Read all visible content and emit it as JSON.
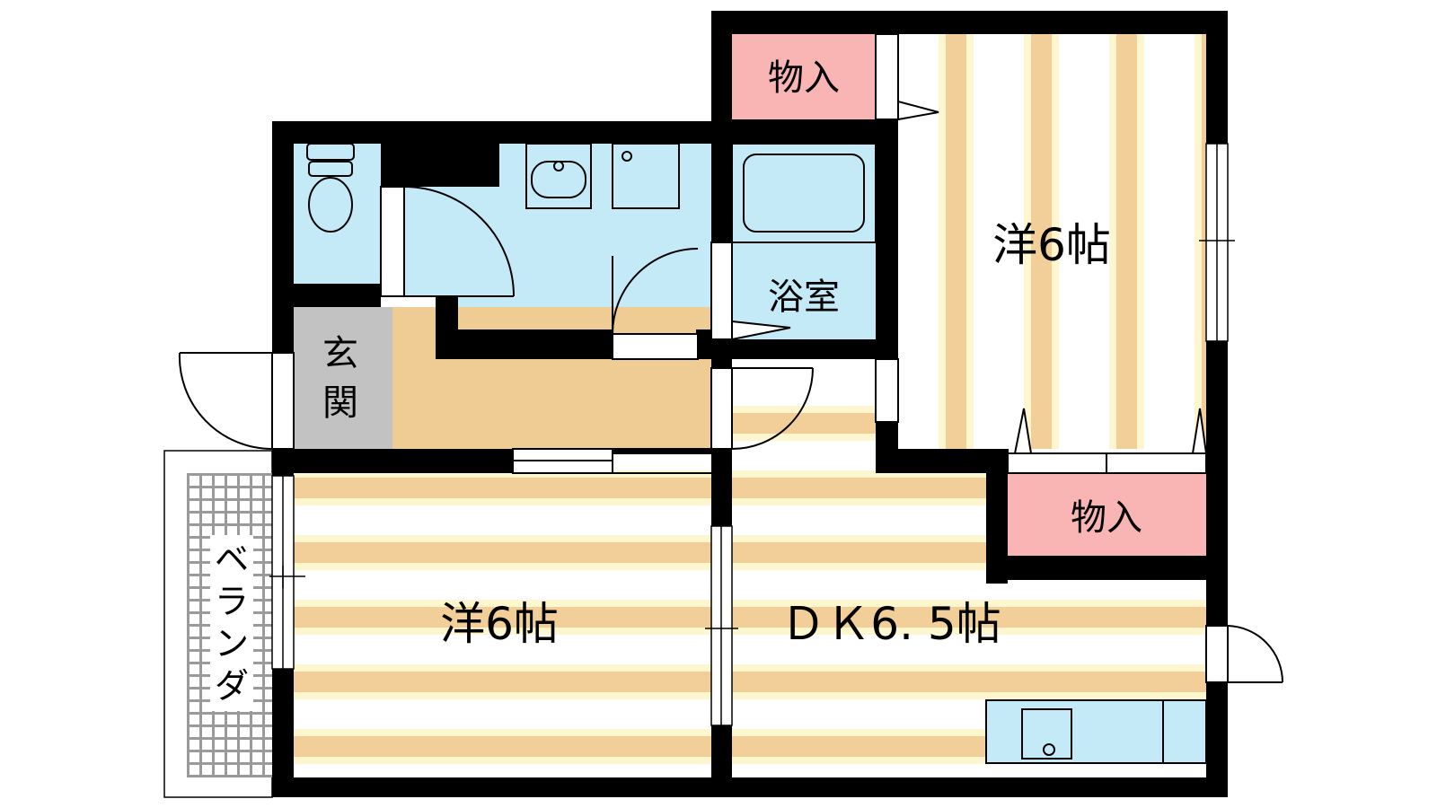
{
  "rooms": {
    "west_bedroom": "洋6帖",
    "east_bedroom": "洋6帖",
    "dining_kitchen": "ＤＫ6. 5帖",
    "bathroom": "浴室",
    "entrance_char1": "玄",
    "entrance_char2": "関",
    "closet_top": "物入",
    "closet_right": "物入",
    "veranda_chars": [
      "ベ",
      "ラ",
      "ン",
      "ダ"
    ]
  },
  "colors": {
    "wall": "#000000",
    "stripe_light": "#f2cf99",
    "stripe_pale": "#fdf6cf",
    "wet_area": "#c4eaf8",
    "entrance": "#c2c2c2",
    "hallway": "#f0cc95",
    "closet": "#f9b4b4",
    "veranda_grid": "#9a9a9a"
  }
}
